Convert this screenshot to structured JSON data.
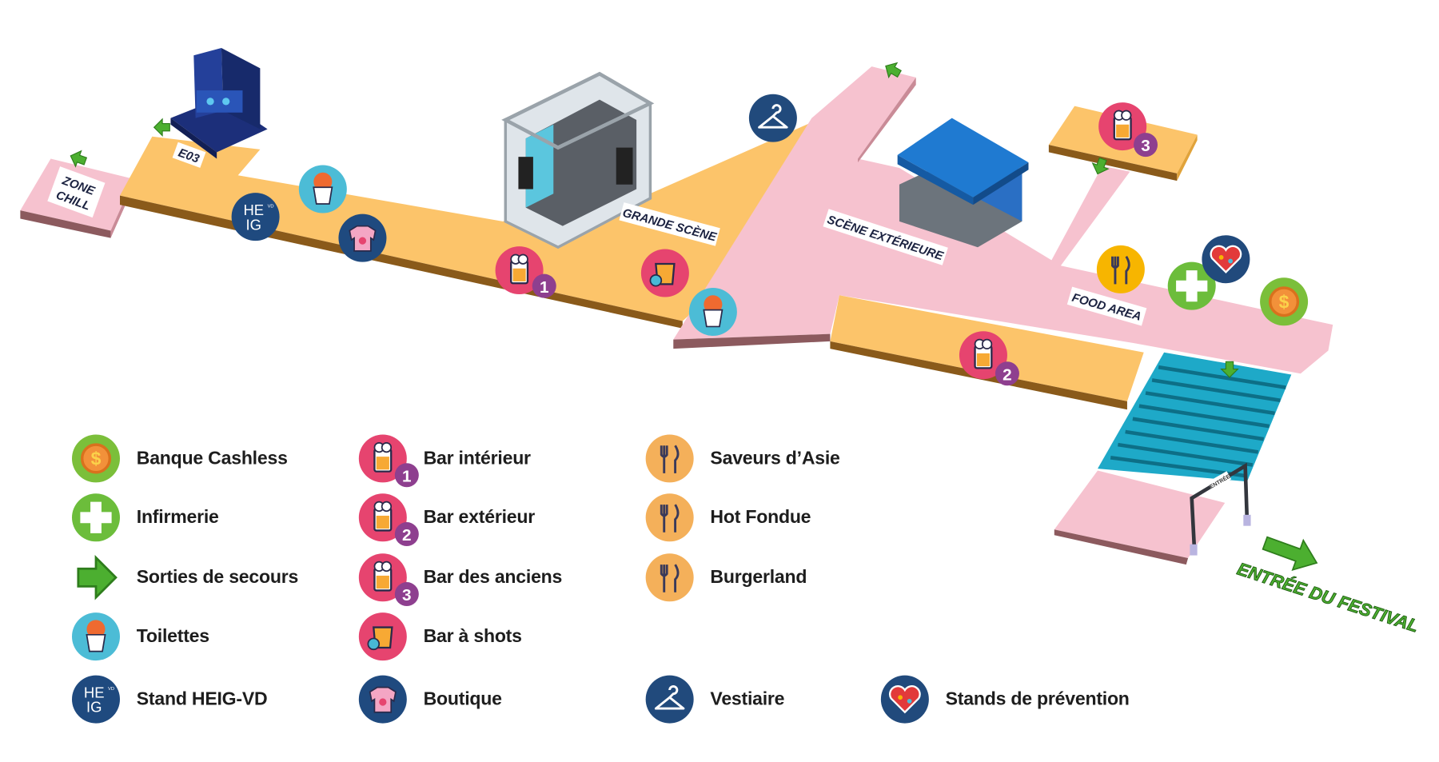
{
  "map": {
    "zone_labels": {
      "zone_chill_1": "ZONE",
      "zone_chill_2": "CHILL",
      "e03": "E03",
      "grande_scene": "GRANDE SCÈNE",
      "scene_exterieure": "SCÈNE EXTÉRIEURE",
      "food_area": "FOOD AREA",
      "gate": "ENTRÉE",
      "entrance": "ENTRÉE DU FESTIVAL"
    },
    "bar_numbers": [
      "1",
      "2",
      "3"
    ],
    "colors": {
      "path_orange": "#fcc46a",
      "path_pink": "#f6c2cf",
      "stairs": "#1ea9c8",
      "exit_green": "#4caf30"
    }
  },
  "legend": [
    {
      "icon": "cashless-icon",
      "label": "Banque Cashless"
    },
    {
      "icon": "first-aid-icon",
      "label": "Infirmerie"
    },
    {
      "icon": "emergency-exit-arrow-icon",
      "label": "Sorties de secours"
    },
    {
      "icon": "toilet-icon",
      "label": "Toilettes"
    },
    {
      "icon": "heig-logo-icon",
      "label": "Stand HEIG-VD"
    },
    {
      "icon": "beer-icon",
      "label": "Bar intérieur",
      "badge": "1"
    },
    {
      "icon": "beer-icon",
      "label": "Bar extérieur",
      "badge": "2"
    },
    {
      "icon": "beer-icon",
      "label": "Bar des anciens",
      "badge": "3"
    },
    {
      "icon": "shot-glass-icon",
      "label": "Bar à shots"
    },
    {
      "icon": "sweater-icon",
      "label": "Boutique"
    },
    {
      "icon": "cutlery-icon",
      "label": "Saveurs d’Asie"
    },
    {
      "icon": "cutlery-icon",
      "label": "Hot Fondue"
    },
    {
      "icon": "cutlery-icon",
      "label": "Burgerland"
    },
    {
      "icon": "hanger-icon",
      "label": "Vestiaire"
    },
    {
      "icon": "heart-icon",
      "label": "Stands de prévention"
    }
  ],
  "heig_logo_text": [
    "HE",
    "IG",
    "VD"
  ]
}
